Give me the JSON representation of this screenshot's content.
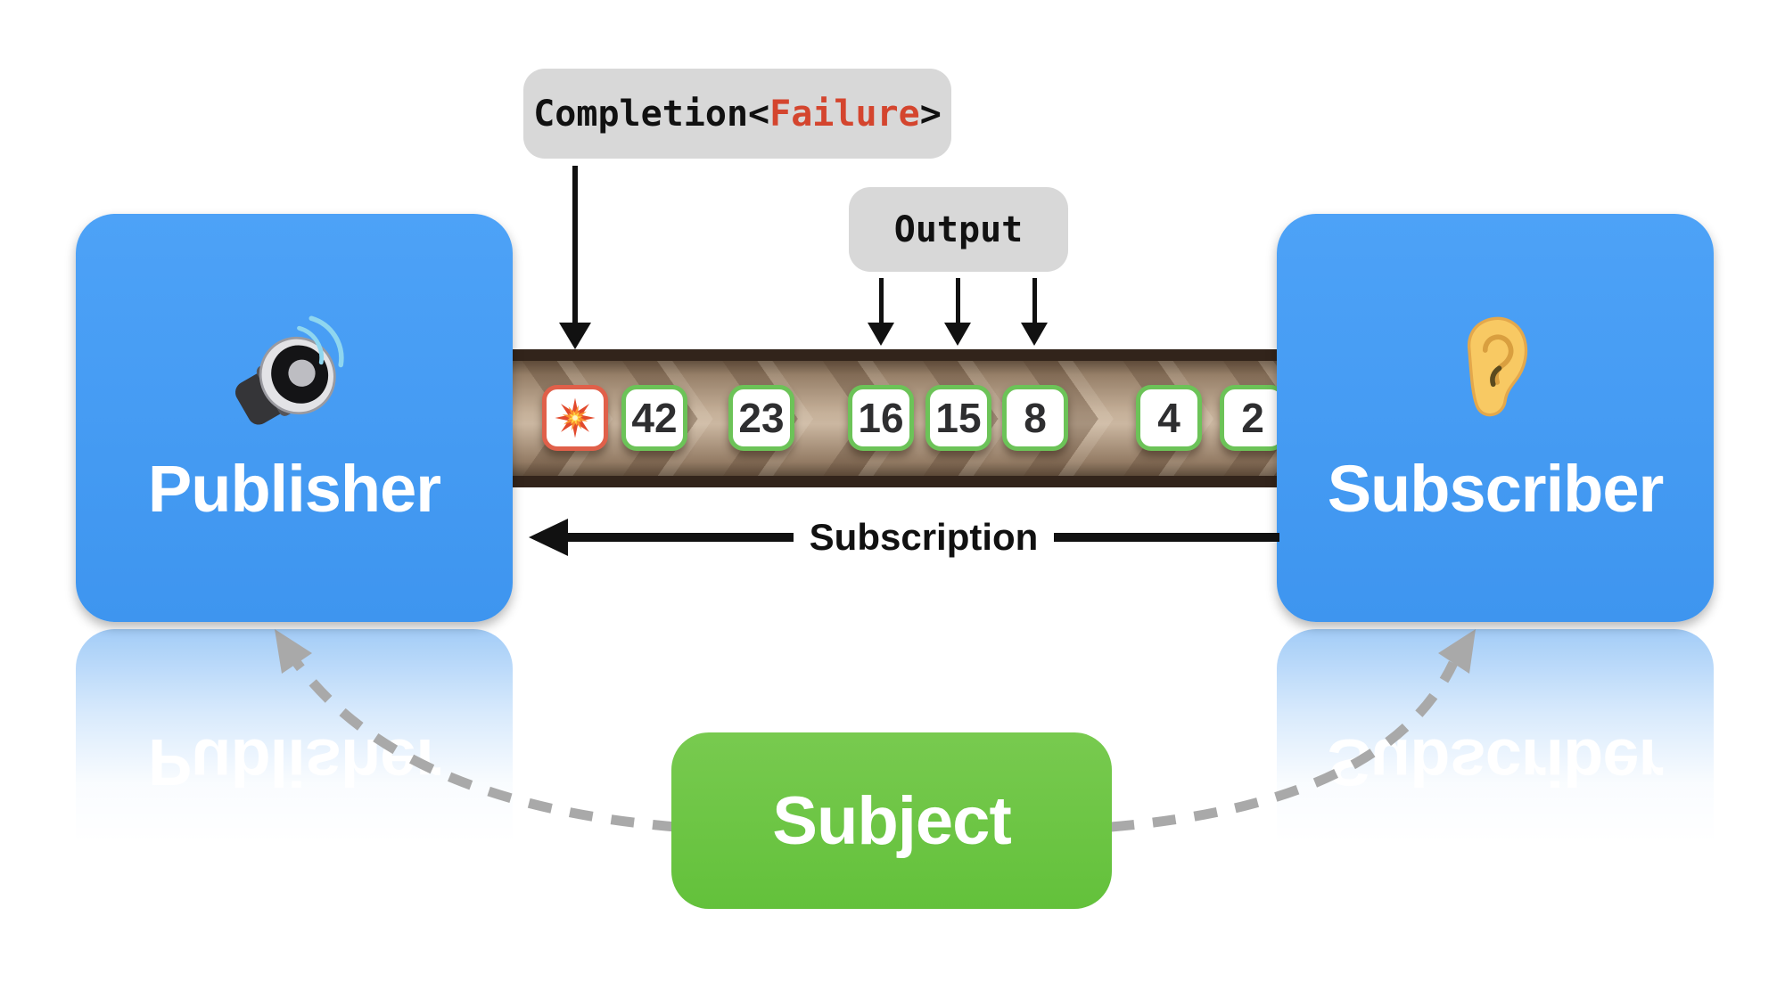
{
  "labels": {
    "completion_prefix": "Completion<",
    "completion_failure": "Failure",
    "completion_suffix": ">",
    "output": "Output",
    "subscription": "Subscription"
  },
  "publisher": {
    "label": "Publisher",
    "icon": "speaker-with-sound-waves"
  },
  "subscriber": {
    "label": "Subscriber",
    "icon": "ear"
  },
  "subject": {
    "label": "Subject"
  },
  "stream": {
    "items": [
      {
        "kind": "failure",
        "icon": "explosion"
      },
      {
        "kind": "value",
        "value": "42"
      },
      {
        "kind": "value",
        "value": "23"
      },
      {
        "kind": "value",
        "value": "16"
      },
      {
        "kind": "value",
        "value": "15"
      },
      {
        "kind": "value",
        "value": "8"
      },
      {
        "kind": "value",
        "value": "4"
      },
      {
        "kind": "value",
        "value": "2"
      }
    ]
  },
  "colors": {
    "panel_blue": "#459df5",
    "subject_green": "#6ec643",
    "label_gray": "#d8d8d8",
    "failure_text_red": "#d4452e",
    "belt_dark_brown": "#32241b",
    "belt_mid_tan": "#c5b099",
    "value_border_green": "#6cc358",
    "failure_border_red": "#e0604a",
    "dash_gray": "#a9a9a9"
  }
}
